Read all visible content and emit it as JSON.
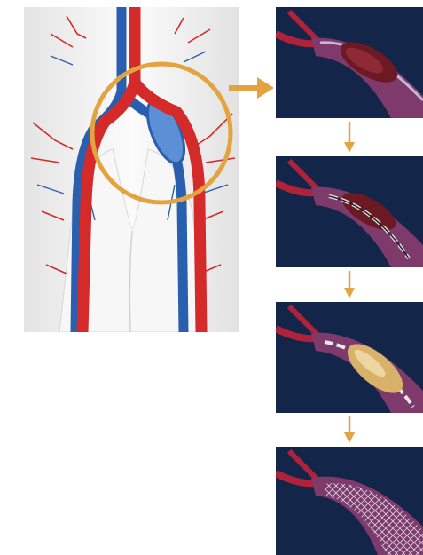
{
  "figure": {
    "anatomy_panel": {
      "icon": "pelvic-vasculature-illustration"
    },
    "zoom_highlight": {
      "color": "#e3a33f",
      "icon": "magnifier-circle"
    },
    "steps": [
      {
        "icon": "vein-with-thrombus"
      },
      {
        "icon": "catheter-guidewire-in-vein"
      },
      {
        "icon": "balloon-angioplasty"
      },
      {
        "icon": "stent-in-vein"
      }
    ],
    "colors": {
      "artery": "#d42a2a",
      "vein": "#2a5fb0",
      "arrow": "#e3a33f",
      "panel_background": "#14254a",
      "clot": "#6b1a24",
      "balloon": "#d9b26a"
    }
  }
}
